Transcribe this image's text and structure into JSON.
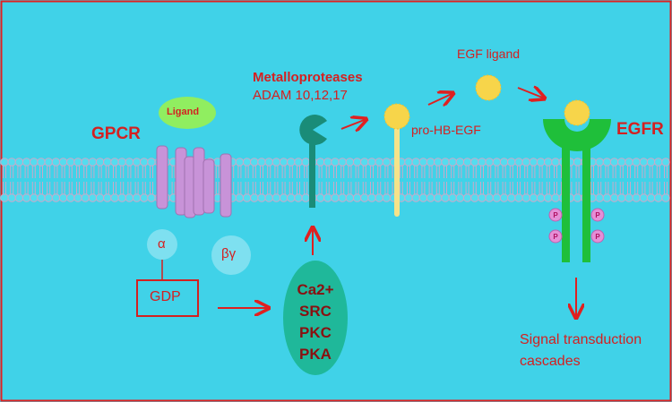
{
  "labels": {
    "gpcr": "GPCR",
    "ligand": "Ligand",
    "alpha": "α",
    "betagamma": "βγ",
    "gdp": "GDP",
    "metalloproteases": "Metalloproteases",
    "adam": "ADAM 10,12,17",
    "egf_ligand": "EGF ligand",
    "pro_hb_egf": "pro-HB-EGF",
    "egfr": "EGFR",
    "phospho": "P",
    "signal_line1": "Signal transduction",
    "signal_line2": "cascades"
  },
  "kinases": [
    "Ca2+",
    "SRC",
    "PKC",
    "PKA"
  ],
  "colors": {
    "background": "#40d2e8",
    "border": "#e02020",
    "arrow": "#e02020",
    "text_red": "#d42020",
    "membrane_head": "#55dcef",
    "membrane_tail": "#c9a9c9",
    "gpcr_helix": "#c893d8",
    "ligand_fill": "#90ee60",
    "g_protein": "#7ee0f0",
    "kinase_oval": "#1fb89a",
    "metalloprotease": "#1a8c78",
    "egf_fill": "#f7d54a",
    "pro_hb_stem": "#f5e38a",
    "egfr_green": "#1fbf3a",
    "phospho": "#e58fd6"
  }
}
